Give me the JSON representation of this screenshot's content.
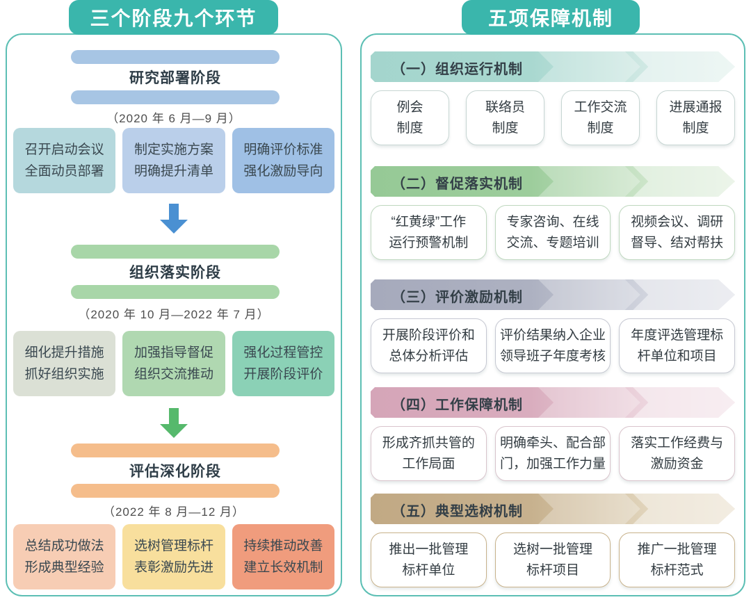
{
  "colors": {
    "tab_teal": "#3ab6ac",
    "panel_border": "#5cbfb4",
    "stage_bar_blue": "#a7c5e4",
    "stage_bar_green": "#a8d6a8",
    "stage_bar_orange": "#f5bd8b",
    "arrow_blue": "#4a90d2",
    "arrow_green": "#56b96c",
    "stage1_box_colors": [
      "#b5d8dd",
      "#bacfea",
      "#9fc0e5"
    ],
    "stage2_box_colors": [
      "#dbe0d5",
      "#b0d8b1",
      "#8bd1b6"
    ],
    "stage3_box_colors": [
      "#f7cdb4",
      "#f8df9d",
      "#f09c7d"
    ],
    "mechanism_banner_colors": [
      "#a4d5cd",
      "#96c996",
      "#a6aabc",
      "#d5a5b8",
      "#c1a984"
    ]
  },
  "left_panel": {
    "title": "三个阶段九个环节",
    "stages": [
      {
        "name": "研究部署阶段",
        "period": "（2020 年 6 月—9 月）",
        "boxes": [
          {
            "lines": [
              "召开启动会议",
              "全面动员部署"
            ]
          },
          {
            "lines": [
              "制定实施方案",
              "明确提升清单"
            ]
          },
          {
            "lines": [
              "明确评价标准",
              "强化激励导向"
            ]
          }
        ]
      },
      {
        "name": "组织落实阶段",
        "period": "（2020 年 10 月—2022 年 7 月）",
        "boxes": [
          {
            "lines": [
              "细化提升措施",
              "抓好组织实施"
            ]
          },
          {
            "lines": [
              "加强指导督促",
              "组织交流推动"
            ]
          },
          {
            "lines": [
              "强化过程管控",
              "开展阶段评价"
            ]
          }
        ]
      },
      {
        "name": "评估深化阶段",
        "period": "（2022 年 8 月—12 月）",
        "boxes": [
          {
            "lines": [
              "总结成功做法",
              "形成典型经验"
            ]
          },
          {
            "lines": [
              "选树管理标杆",
              "表彰激励先进"
            ]
          },
          {
            "lines": [
              "持续推动改善",
              "建立长效机制"
            ]
          }
        ]
      }
    ]
  },
  "right_panel": {
    "title": "五项保障机制",
    "mechanisms": [
      {
        "label": "（一）组织运行机制",
        "boxes": [
          {
            "lines": [
              "例会",
              "制度"
            ]
          },
          {
            "lines": [
              "联络员",
              "制度"
            ]
          },
          {
            "lines": [
              "工作交流",
              "制度"
            ]
          },
          {
            "lines": [
              "进展通报",
              "制度"
            ]
          }
        ]
      },
      {
        "label": "（二）督促落实机制",
        "boxes": [
          {
            "lines": [
              "“红黄绿”工作",
              "运行预警机制"
            ]
          },
          {
            "lines": [
              "专家咨询、在线",
              "交流、专题培训"
            ]
          },
          {
            "lines": [
              "视频会议、调研",
              "督导、结对帮扶"
            ]
          }
        ]
      },
      {
        "label": "（三）评价激励机制",
        "boxes": [
          {
            "lines": [
              "开展阶段评价和",
              "总体分析评估"
            ]
          },
          {
            "lines": [
              "评价结果纳入企业",
              "领导班子年度考核"
            ]
          },
          {
            "lines": [
              "年度评选管理标",
              "杆单位和项目"
            ]
          }
        ]
      },
      {
        "label": "（四）工作保障机制",
        "boxes": [
          {
            "lines": [
              "形成齐抓共管的",
              "工作局面"
            ]
          },
          {
            "lines": [
              "明确牵头、配合部",
              "门，加强工作力量"
            ]
          },
          {
            "lines": [
              "落实工作经费与",
              "激励资金"
            ]
          }
        ]
      },
      {
        "label": "（五）典型选树机制",
        "boxes": [
          {
            "lines": [
              "推出一批管理",
              "标杆单位"
            ]
          },
          {
            "lines": [
              "选树一批管理",
              "标杆项目"
            ]
          },
          {
            "lines": [
              "推广一批管理",
              "标杆范式"
            ]
          }
        ]
      }
    ]
  }
}
